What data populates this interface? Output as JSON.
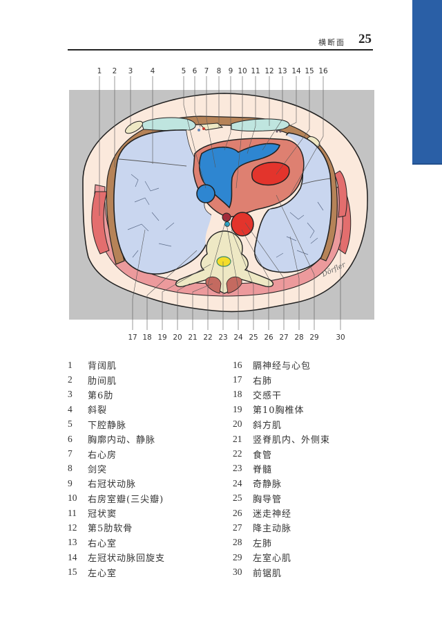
{
  "page": {
    "section_title": "横断面",
    "page_number": "25",
    "tab_color": "#2a5fa6"
  },
  "figure": {
    "top_labels": [
      "1",
      "2",
      "3",
      "4",
      "5",
      "6",
      "7",
      "8",
      "9",
      "10",
      "11",
      "12",
      "13",
      "14",
      "15",
      "16"
    ],
    "bottom_labels": [
      "17",
      "18",
      "19",
      "20",
      "21",
      "22",
      "23",
      "24",
      "25",
      "26",
      "27",
      "28",
      "29",
      "30"
    ],
    "signature": "Dörfler",
    "colors": {
      "background": "#c3c3c3",
      "skin_fat": "#fbe9dc",
      "lung": "#c9d6ef",
      "venous_blood": "#2e86d1",
      "arterial_blood": "#e3342c",
      "myocardium": "#de8071",
      "muscle": "#e88a8c",
      "bone": "#eee8c4",
      "cartilage": "#bfe5df",
      "rib_brown": "#b68358",
      "spinal_cord": "#f4dc2a"
    }
  },
  "legend": {
    "left": [
      {
        "num": "1",
        "label": "背阔肌"
      },
      {
        "num": "2",
        "label": "肋间肌"
      },
      {
        "num": "3",
        "label": "第6肋"
      },
      {
        "num": "4",
        "label": "斜裂"
      },
      {
        "num": "5",
        "label": "下腔静脉"
      },
      {
        "num": "6",
        "label": "胸廓内动、静脉"
      },
      {
        "num": "7",
        "label": "右心房"
      },
      {
        "num": "8",
        "label": "剑突"
      },
      {
        "num": "9",
        "label": "右冠状动脉"
      },
      {
        "num": "10",
        "label": "右房室瓣(三尖瓣)"
      },
      {
        "num": "11",
        "label": "冠状窦"
      },
      {
        "num": "12",
        "label": "第5肋软骨"
      },
      {
        "num": "13",
        "label": "右心室"
      },
      {
        "num": "14",
        "label": "左冠状动脉回旋支"
      },
      {
        "num": "15",
        "label": "左心室"
      }
    ],
    "right": [
      {
        "num": "16",
        "label": "膈神经与心包"
      },
      {
        "num": "17",
        "label": "右肺"
      },
      {
        "num": "18",
        "label": "交感干"
      },
      {
        "num": "19",
        "label": "第10胸椎体"
      },
      {
        "num": "20",
        "label": "斜方肌"
      },
      {
        "num": "21",
        "label": "竖脊肌内、外侧束"
      },
      {
        "num": "22",
        "label": "食管"
      },
      {
        "num": "23",
        "label": "脊髓"
      },
      {
        "num": "24",
        "label": "奇静脉"
      },
      {
        "num": "25",
        "label": "胸导管"
      },
      {
        "num": "26",
        "label": "迷走神经"
      },
      {
        "num": "27",
        "label": "降主动脉"
      },
      {
        "num": "28",
        "label": "左肺"
      },
      {
        "num": "29",
        "label": "左室心肌"
      },
      {
        "num": "30",
        "label": "前锯肌"
      }
    ]
  }
}
